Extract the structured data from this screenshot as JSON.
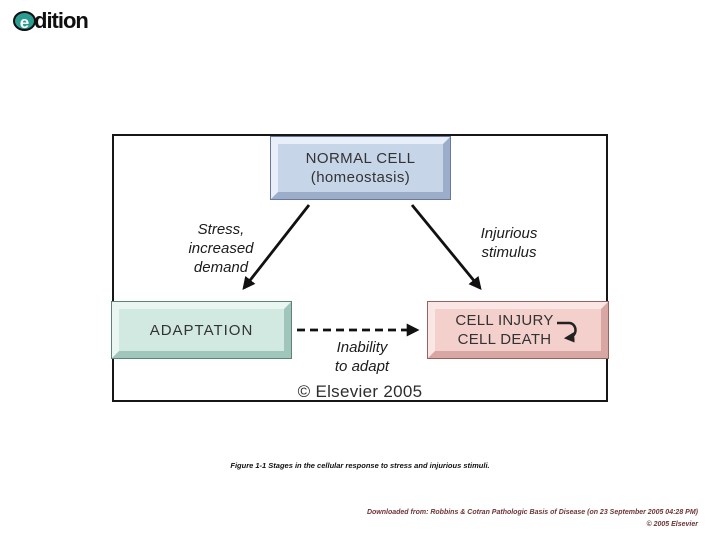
{
  "logo": {
    "e": "e",
    "text": "dition"
  },
  "diagram": {
    "boxes": {
      "normal_cell": {
        "lines": [
          "NORMAL CELL",
          "(homeostasis)"
        ],
        "fill": "#c7d5e8"
      },
      "adaptation": {
        "label": "ADAPTATION",
        "fill": "#d2e9e2"
      },
      "cell_injury": {
        "lines": [
          "CELL INJURY",
          "CELL DEATH"
        ],
        "fill": "#f4d0cd"
      }
    },
    "labels": {
      "stress": [
        "Stress,",
        "increased",
        "demand"
      ],
      "injurious": [
        "Injurious",
        "stimulus"
      ],
      "inability": [
        "Inability",
        "to adapt"
      ]
    },
    "copyright": "© Elsevier 2005"
  },
  "caption": "Figure 1-1 Stages in the cellular response to stress and injurious stimuli.",
  "footer": {
    "line1": "Downloaded from: Robbins & Cotran Pathologic Basis of Disease (on 23 September 2005 04:28 PM)",
    "line2": "© 2005 Elsevier"
  },
  "colors": {
    "logo_teal": "#2b9c92",
    "normal_cell_fill": "#c7d5e8",
    "adaptation_fill": "#d2e9e2",
    "cell_injury_fill": "#f4d0cd",
    "footer_text": "#6e3434",
    "arrow": "#111111"
  }
}
